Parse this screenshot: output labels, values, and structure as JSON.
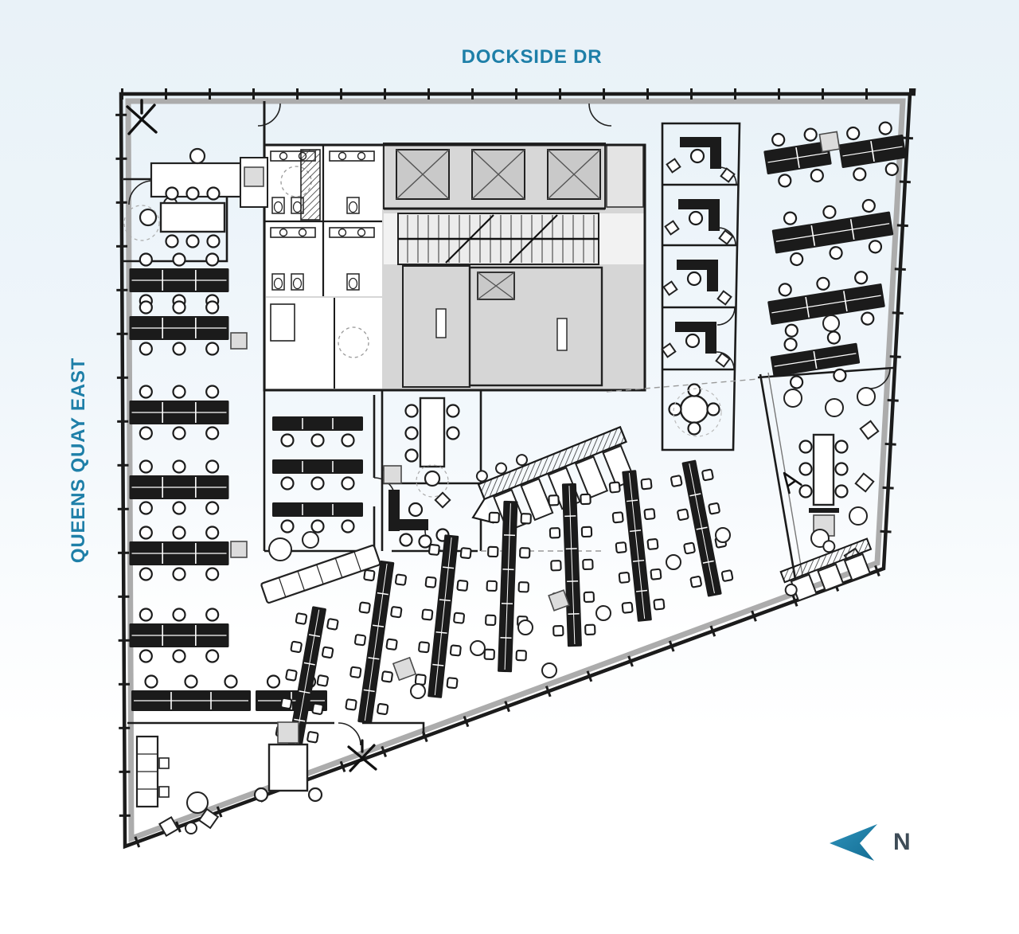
{
  "labels": {
    "top_street": "DOCKSIDE DR",
    "left_street": "QUEENS QUAY EAST",
    "north": "N"
  },
  "icons": {
    "north_arrow": "left-pointing-arrowhead"
  },
  "colors": {
    "accent": "#1E7FA8",
    "accent_dark": "#15688C",
    "north_text": "#3E4C57",
    "wall": "#1B1B1B",
    "poche_gray": "#ACACAC",
    "core_gray": "#D6D6D6",
    "elevator_gray": "#C9C9C9",
    "stair_gray": "#ECECEC",
    "box_gray": "#DCDCDC",
    "bg_top": "#E9F2F8",
    "bg_bottom": "#FFFFFF"
  }
}
